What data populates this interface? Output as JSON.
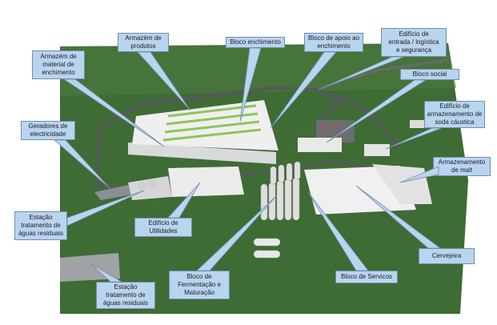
{
  "diagram": {
    "title": "",
    "labels": {
      "armazem_material": "Armazém de\nmaterial de\nenchimento",
      "armazem_produtos": "Armazém de\nprodutos",
      "bloco_enchimento": "Bloco enchimento",
      "bloco_apoio": "Bloco de apoio ao\nenchimento",
      "edificio_entrada": "Edifício de\nentrada / logística\ne segurança",
      "bloco_social": "Bloco social",
      "edificio_soda": "Edifício de\narmazenamento de\nsoda cáustica",
      "geradores": "Geradores de\nelectricidade",
      "armazenamento_malt": "Armazenamento\nde malt",
      "estacao_1": "Estação\ntratamento de\náguas residuais",
      "edificio_utilidades": "Edifício de\nUtilidades",
      "cervejeira": "Cervejeira",
      "bloco_servicos": "Bloco de Servicos",
      "bloco_fermentacao": "Bloco de\nFermentação e\nMaturação",
      "estacao_2": "Estação\ntratamento de\náguas residuais"
    },
    "colors": {
      "callout_fill": "#b9d4ef",
      "callout_border": "#6f8fb0",
      "grass": "#3f6b35",
      "building": "#eeeeee",
      "roof_stripe": "#8fc45a",
      "road": "#55595c"
    }
  }
}
